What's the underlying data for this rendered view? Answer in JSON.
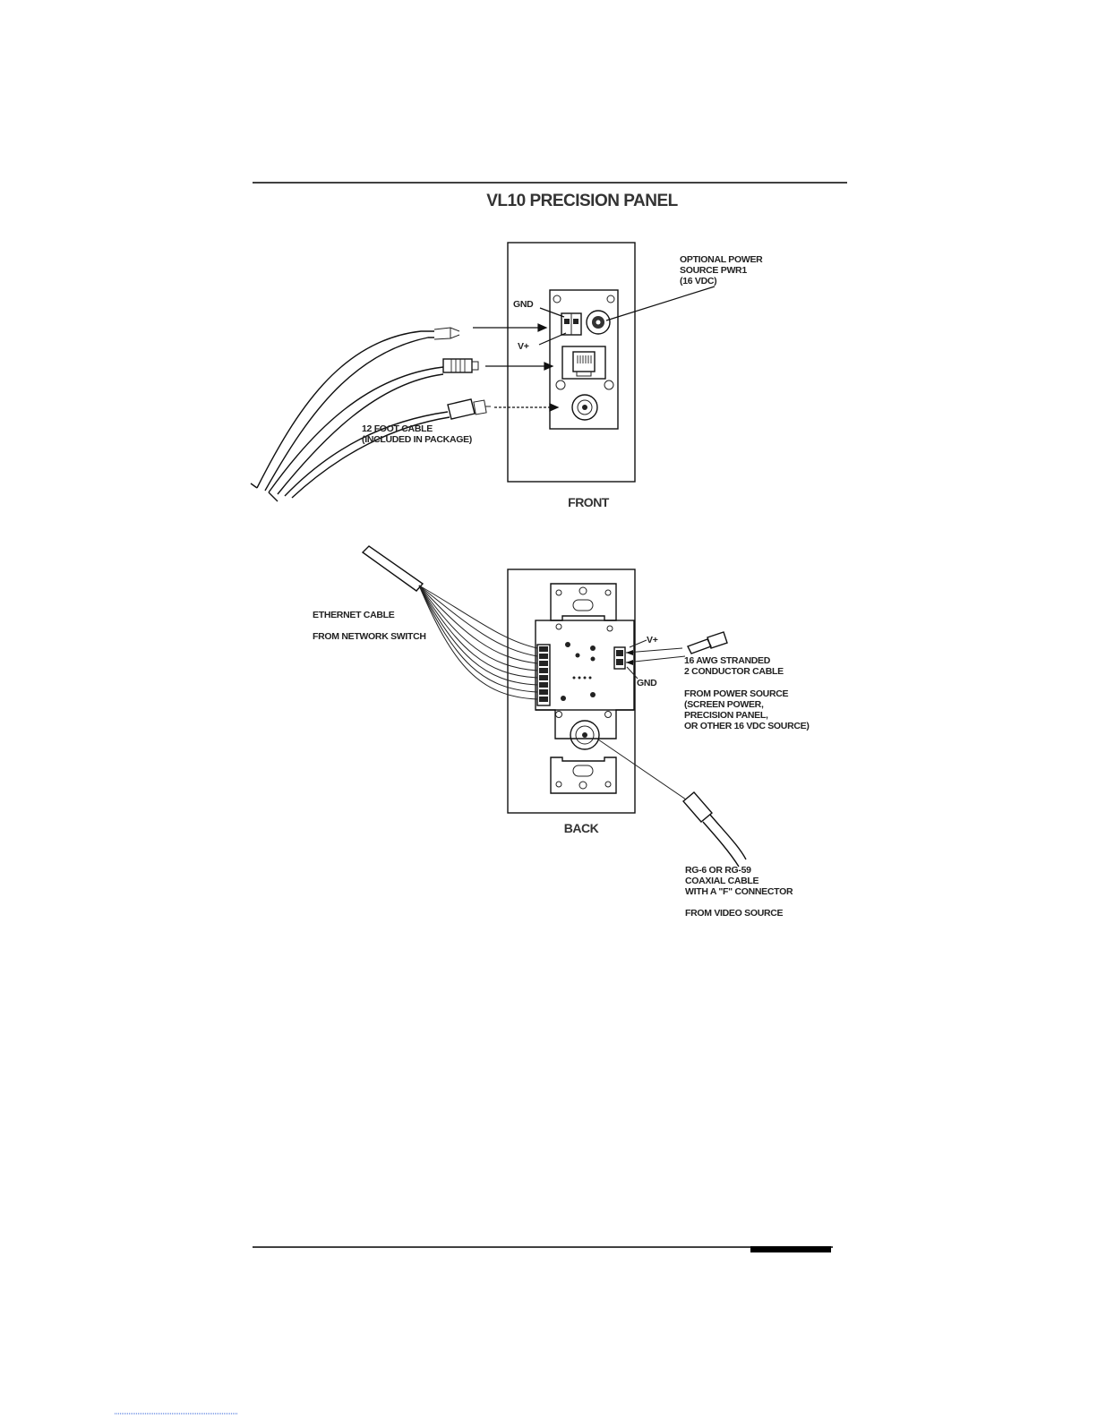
{
  "title": "VL10 PRECISION PANEL",
  "front": {
    "caption": "FRONT",
    "optional_power": [
      "OPTIONAL POWER",
      "SOURCE PWR1",
      "(16 VDC)"
    ],
    "gnd": "GND",
    "vplus": "V+",
    "cable": [
      "12 FOOT CABLE",
      "(INCLUDED IN PACKAGE)"
    ]
  },
  "back": {
    "caption": "BACK",
    "ethernet": "ETHERNET CABLE",
    "from_switch": "FROM NETWORK SWITCH",
    "vplus": "V+",
    "gnd": "GND",
    "awg": [
      "16 AWG STRANDED",
      "2 CONDUCTOR CABLE"
    ],
    "power_source": [
      "FROM POWER SOURCE",
      "(SCREEN POWER,",
      "PRECISION PANEL,",
      "OR OTHER 16 VDC SOURCE)"
    ],
    "coax": [
      "RG-6 OR RG-59",
      "COAXIAL CABLE",
      "WITH A \"F\" CONNECTOR"
    ],
    "from_video": "FROM VIDEO SOURCE"
  },
  "colors": {
    "ink": "#111111",
    "footer_bar": "#000000"
  }
}
